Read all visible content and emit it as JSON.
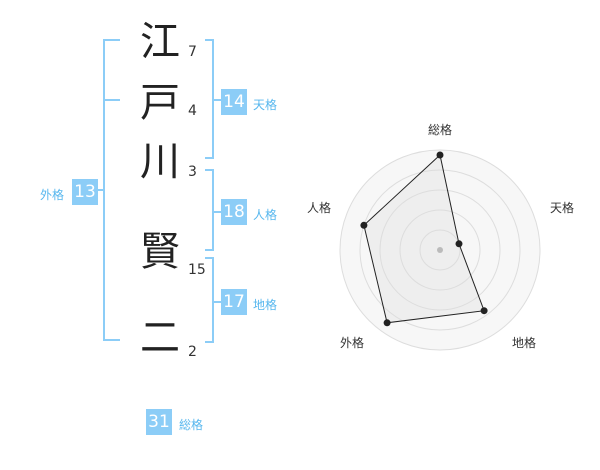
{
  "colors": {
    "accent": "#8ccdf7",
    "accent_text": "#57b7ee",
    "line": "#222222"
  },
  "name": {
    "chars": [
      "江",
      "戸",
      "川",
      "賢",
      "二"
    ],
    "strokes": [
      "7",
      "4",
      "3",
      "15",
      "2"
    ]
  },
  "fortune": {
    "tenkaku": {
      "value": "14",
      "label": "天格"
    },
    "jinkaku": {
      "value": "18",
      "label": "人格"
    },
    "chikaku": {
      "value": "17",
      "label": "地格"
    },
    "gaikaku": {
      "value": "13",
      "label": "外格"
    },
    "soukaku": {
      "value": "31",
      "label": "総格"
    }
  },
  "radar": {
    "axes": [
      "総格",
      "天格",
      "地格",
      "外格",
      "人格"
    ],
    "values": [
      0.95,
      0.2,
      0.75,
      0.9,
      0.8
    ],
    "rings": 5,
    "max": 1
  }
}
